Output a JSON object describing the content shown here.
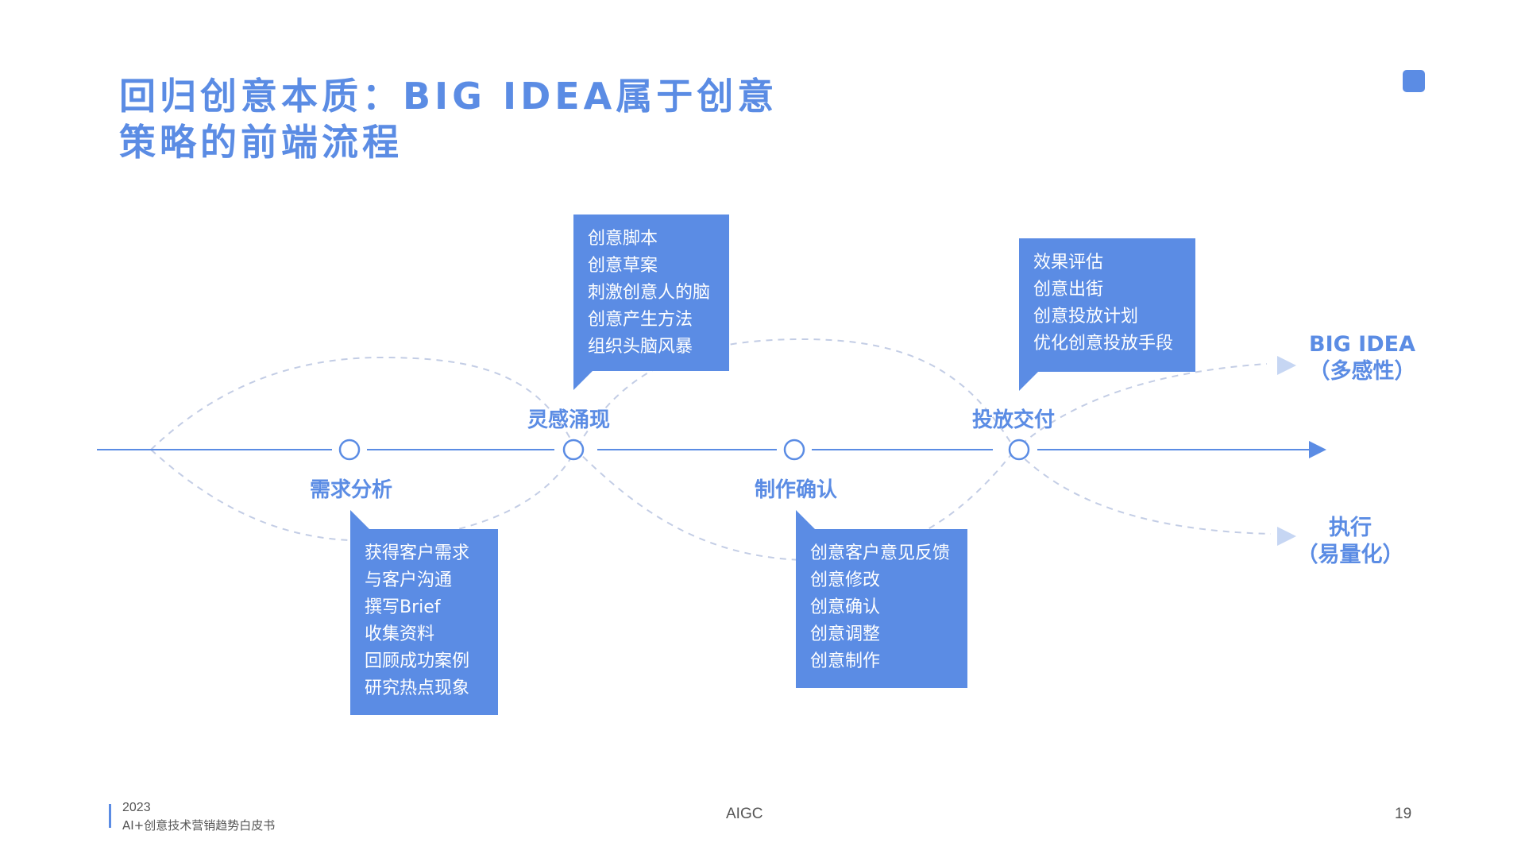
{
  "title": {
    "line1": "回归创意本质：BIG IDEA属于创意",
    "line2": "策略的前端流程"
  },
  "stages": [
    {
      "label": "需求分析"
    },
    {
      "label": "灵感涌现"
    },
    {
      "label": "制作确认"
    },
    {
      "label": "投放交付"
    }
  ],
  "callouts": [
    {
      "items": [
        "获得客户需求",
        "与客户沟通",
        "撰写Brief",
        "收集资料",
        "回顾成功案例",
        "研究热点现象"
      ]
    },
    {
      "items": [
        "创意脚本",
        "创意草案",
        "刺激创意人的脑",
        "创意产生方法",
        "组织头脑风暴"
      ]
    },
    {
      "items": [
        "创意客户意见反馈",
        "创意修改",
        "创意确认",
        "创意调整",
        "创意制作"
      ]
    },
    {
      "items": [
        "效果评估",
        "创意出街",
        "创意投放计划",
        "优化创意投放手段"
      ]
    }
  ],
  "outcomes": {
    "big_idea": {
      "line1": "BIG IDEA",
      "line2": "（多感性）"
    },
    "execution": {
      "line1": "执行",
      "line2": "（易量化）"
    }
  },
  "footer": {
    "year": "2023",
    "subtitle": "AI+创意技术营销趋势白皮书",
    "center": "AIGC",
    "page": "19"
  },
  "colors": {
    "accent": "#5b8ce4",
    "dashed": "#c3cde5",
    "arrow_light": "#c6d6f3",
    "text_footer": "#555555"
  },
  "icons": {
    "corner": "rounded-square-icon",
    "arrow": "arrow-right-icon"
  }
}
